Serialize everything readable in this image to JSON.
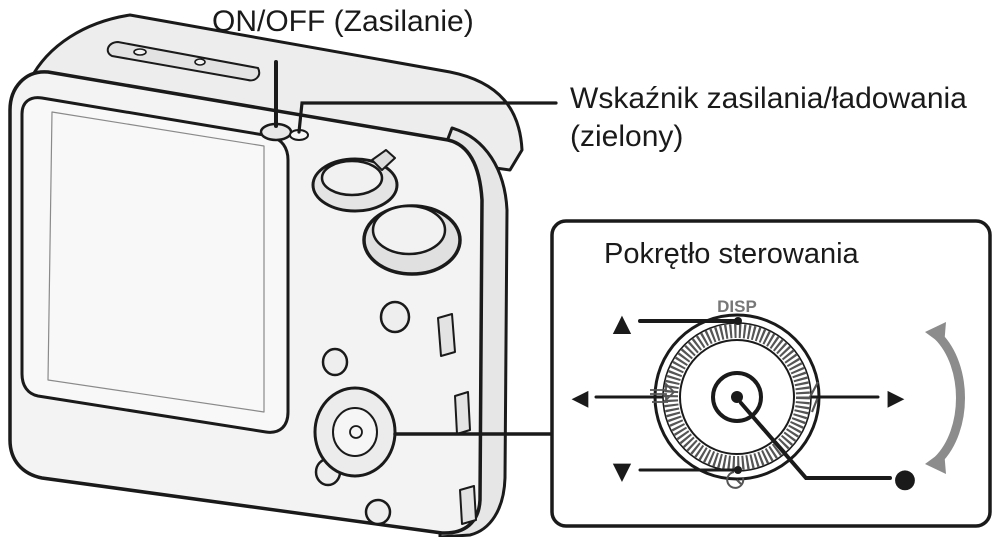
{
  "callouts": {
    "power_button": "ON/OFF (Zasilanie)",
    "power_indicator_line1": "Wskaźnik zasilania/ładowania",
    "power_indicator_line2": "(zielony)"
  },
  "control_wheel": {
    "title": "Pokrętło sterowania",
    "top_mark": "DISP",
    "arrow_up": "▲",
    "arrow_down": "▼",
    "arrow_left": "◀",
    "arrow_right": "▶",
    "center_mark": "●"
  },
  "icons": {
    "top": "disp-icon",
    "left": "drive-mode-icon",
    "right": "flash-icon",
    "bottom": "self-timer-icon",
    "rotation": "rotation-arrow-icon"
  },
  "colors": {
    "ink": "#1a1a1a",
    "camera_body": "#efefef",
    "screen": "#f6f6f6",
    "background": "#ffffff"
  }
}
